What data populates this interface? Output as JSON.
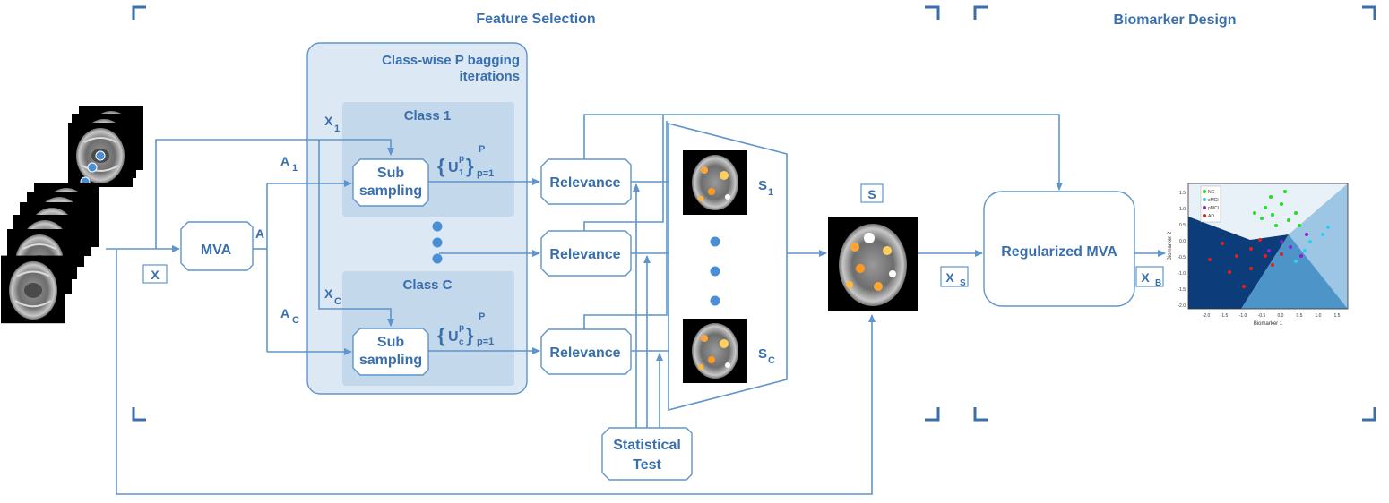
{
  "sections": {
    "feature_selection": "Feature Selection",
    "biomarker_design": "Biomarker Design"
  },
  "bagging_panel": {
    "title_line1": "Class-wise P bagging",
    "title_line2": "iterations",
    "class1": "Class 1",
    "classC": "Class C"
  },
  "blocks": {
    "mva": "MVA",
    "sub_line1": "Sub",
    "sub_line2": "sampling",
    "relevance": "Relevance",
    "stat_line1": "Statistical",
    "stat_line2": "Test",
    "regularized_mva": "Regularized MVA"
  },
  "symbols": {
    "x": "X",
    "a": "A",
    "x1": "X",
    "x1_sub": "1",
    "xc": "X",
    "xc_sub": "C",
    "a1": "A",
    "a1_sub": "1",
    "ac": "A",
    "ac_sub": "C",
    "s": "S",
    "s1": "S",
    "s1_sub": "1",
    "sc": "S",
    "sc_sub": "C",
    "xs": "X",
    "xs_sub": "S",
    "xb": "X",
    "xb_sub": "B",
    "u": "U",
    "u1_sub": "1",
    "uc_sub": "c",
    "u_sup": "p",
    "p_sup": "P",
    "p_eq": "p=1"
  },
  "plot": {
    "xlabel": "Biomarker 1",
    "ylabel": "Biomarker 2",
    "legend": [
      "NC",
      "sMCI",
      "pMCI",
      "AD"
    ],
    "legend_colors": [
      "#22dd22",
      "#33ccee",
      "#8822cc",
      "#dd2222"
    ],
    "xticks": [
      "-2.0",
      "-1.5",
      "-1.0",
      "-0.5",
      "0.0",
      "0.5",
      "1.0",
      "1.5"
    ],
    "yticks": [
      "1.5",
      "1.0",
      "0.5",
      "0.0",
      "-0.5",
      "-1.0",
      "-1.5",
      "-2.0"
    ]
  },
  "colors": {
    "accent": "#3a6fad",
    "wire": "#5f95cc",
    "panel": "#dce8f4",
    "class_panel": "#c4d8ec"
  }
}
